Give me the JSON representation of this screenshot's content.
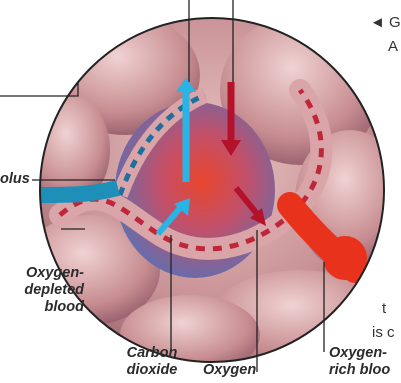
{
  "labels": {
    "alveolus": "olus",
    "oxygen_depleted": [
      "Oxygen-",
      "depleted",
      "blood"
    ],
    "carbon_dioxide": [
      "Carbon",
      "dioxide"
    ],
    "oxygen": "Oxygen",
    "oxygen_rich": [
      "Oxygen-",
      "rich bloo"
    ]
  },
  "fragments": {
    "top_right_1": "◄ G",
    "top_right_2": "A",
    "lower_right_1": "t",
    "lower_right_2": "is c"
  },
  "colors": {
    "co2_arrow": "#29b4e6",
    "o2_arrow": "#b3122a",
    "oxygen_rich_blood": "#e8321c",
    "oxygen_depleted_blood": "#1e8fb8",
    "tissue": "#c98a8f"
  }
}
